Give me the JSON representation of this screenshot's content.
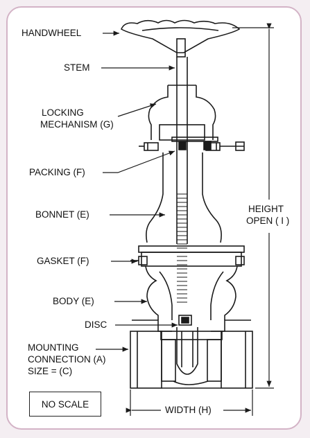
{
  "labels": {
    "handwheel": "HANDWHEEL",
    "stem": "STEM",
    "locking_1": "LOCKING",
    "locking_2": "MECHANISM (G)",
    "packing": "PACKING (F)",
    "bonnet": "BONNET (E)",
    "gasket": "GASKET (F)",
    "body": "BODY (E)",
    "disc": "DISC",
    "mounting_1": "MOUNTING",
    "mounting_2": "CONNECTION (A)",
    "mounting_3": "SIZE = (C)",
    "height_1": "HEIGHT",
    "height_2": "OPEN ( I )",
    "width": "WIDTH (H)",
    "no_scale": "NO SCALE"
  },
  "colors": {
    "frame_border": "#d3b3c6",
    "ink": "#1a1a1a"
  }
}
